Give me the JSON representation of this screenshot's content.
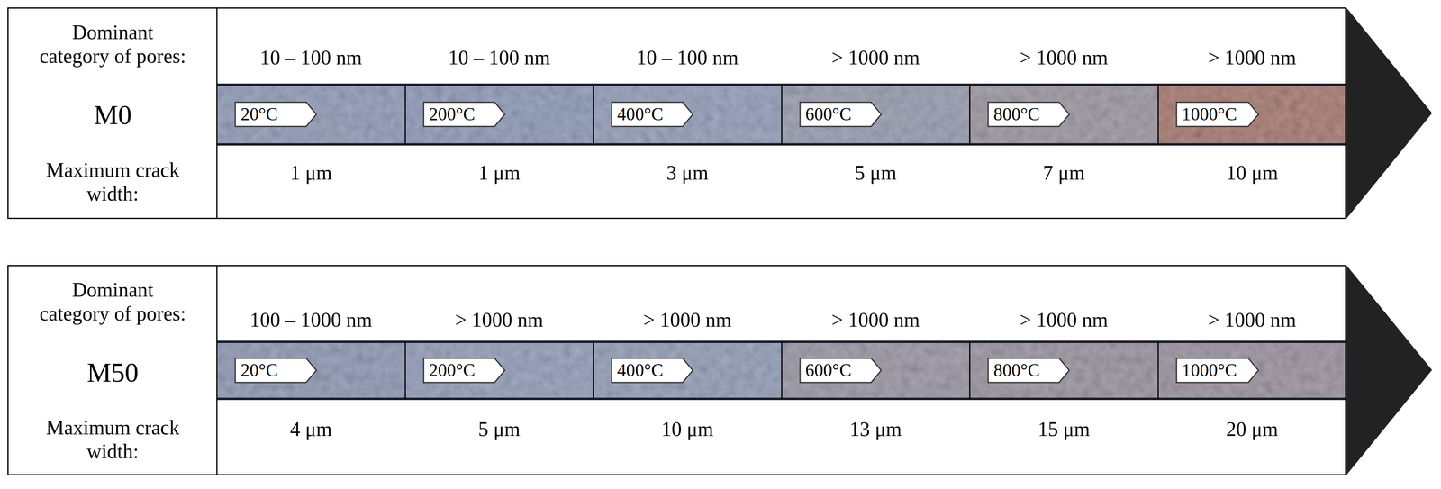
{
  "diagram": {
    "nodes": [
      {
        "text": [
          "Dominant category of pores:",
          "M0",
          "Maximum crack width:"
        ]
      },
      {
        "text": [
          "20°C"
        ],
        "in": 0
      },
      {
        "text": [
          "200°C"
        ],
        "in": 0
      },
      {
        "text": [
          "400°C"
        ],
        "in": 0
      },
      {
        "text": [
          "600°C"
        ],
        "in": 0
      },
      {
        "text": [
          "800°C"
        ],
        "in": 0
      },
      {
        "text": [
          "1000°C"
        ],
        "in": 0
      },
      {
        "text": [
          "Dominant category of pores:",
          "M50",
          "Maximum crack width:"
        ]
      },
      {
        "text": [
          "20°C"
        ],
        "in": 7
      },
      {
        "text": [
          "200°C"
        ],
        "in": 7
      },
      {
        "text": [
          "400°C"
        ],
        "in": 7
      },
      {
        "text": [
          "600°C"
        ],
        "in": 7
      },
      {
        "text": [
          "800°C"
        ],
        "in": 7
      },
      {
        "text": [
          "1000°C"
        ],
        "in": 7
      }
    ],
    "labels": [
      "10 – 100 nm",
      "10 – 100 nm",
      "10 – 100 nm",
      "> 1000 nm",
      "> 1000 nm",
      "> 1000 nm",
      "1 μm",
      "1 μm",
      "3 μm",
      "5 μm",
      "7 μm",
      "10 μm",
      "100 – 1000 nm",
      "> 1000 nm",
      "> 1000 nm",
      "> 1000 nm",
      "> 1000 nm",
      "> 1000 nm",
      "4 μm",
      "5 μm",
      "10 μm",
      "13 μm",
      "15 μm",
      "20 μm"
    ]
  }
}
